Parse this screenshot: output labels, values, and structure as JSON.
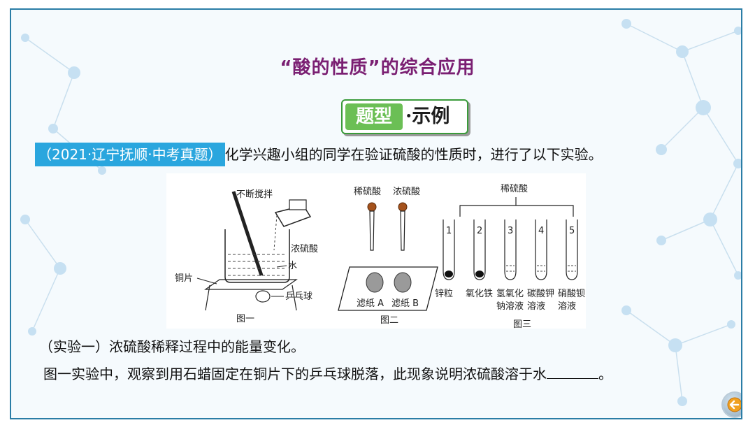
{
  "title": "“酸的性质”的综合应用",
  "badge": {
    "left": "题型",
    "right": "·示例"
  },
  "question": {
    "source": "（2021·辽宁抚顺·中考真题）",
    "text": "化学兴趣小组的同学在验证硫酸的性质时，进行了以下实验。"
  },
  "figures": {
    "fig1": {
      "stir_label": "不断搅拌",
      "acid_label": "浓硫酸",
      "water_label": "水",
      "copper_label": "铜片",
      "ball_label": "乒乓球",
      "caption": "图一"
    },
    "fig2": {
      "dilute_label": "稀硫酸",
      "conc_label": "浓硫酸",
      "paper_a": "滤纸 A",
      "paper_b": "滤纸 B",
      "caption": "图二"
    },
    "fig3": {
      "top_label": "稀硫酸",
      "tube_numbers": [
        "1",
        "2",
        "3",
        "4",
        "5"
      ],
      "tube_labels_line1": [
        "锌粒",
        "氧化铁",
        "氢氧化",
        "碳酸钾",
        "硝酸钡"
      ],
      "tube_labels_line2": [
        "",
        "",
        "钠溶液",
        "溶液",
        "溶液"
      ],
      "caption": "图三"
    }
  },
  "experiment1": {
    "heading": "（实验一）浓硫酸稀释过程中的能量变化。",
    "text_before": "图一实验中，观察到用石蜡固定在铜片下的乒乓球脱落，此现象说明浓硫酸溶于水",
    "text_after": "。"
  },
  "colors": {
    "title": "#7a1f72",
    "source_tag": "#2aa6de",
    "badge_green": "#6bbf55",
    "frame_border": "#2a7da6"
  },
  "icons": {
    "back_button": "arrow-left-icon"
  }
}
